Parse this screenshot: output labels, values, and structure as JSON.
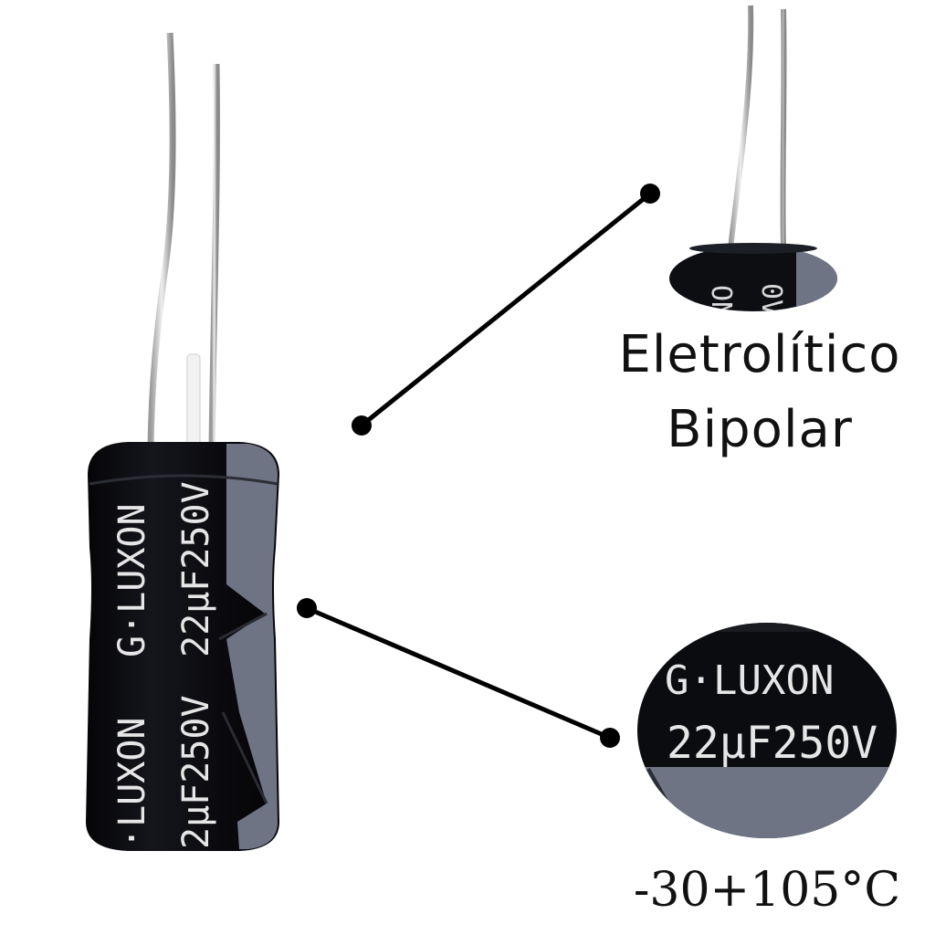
{
  "product": {
    "brand": "G·LUXON",
    "rating": "22µF250V",
    "rating_partial": "2µF250V",
    "brand_partial": "·LUXON"
  },
  "captions": {
    "type_line1": "Eletrolítico",
    "type_line2": "Bipolar",
    "temperature": "-30+105°C"
  },
  "colors": {
    "body": "#0b0c10",
    "stripe": "#6e7484",
    "lead": "#c9c9c9",
    "callout": "#000000",
    "text": "#e6e6e6"
  }
}
